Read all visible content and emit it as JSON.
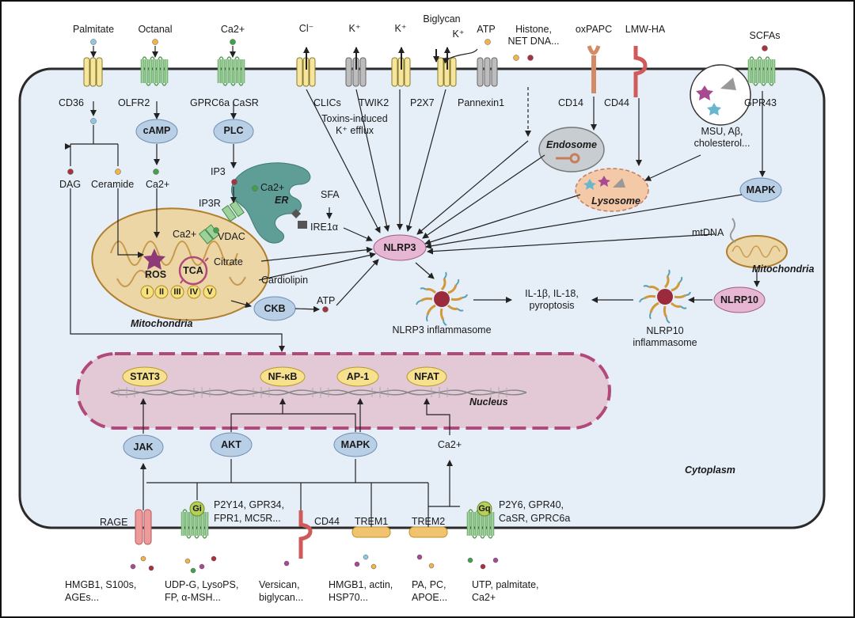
{
  "top": {
    "palmitate": "Palmitate",
    "octanal": "Octanal",
    "ca_top": "Ca2+",
    "cl": "Cl⁻",
    "k1": "K⁺",
    "k2": "K⁺",
    "biglycan": "Biglycan",
    "k3": "K⁺",
    "atp": "ATP",
    "histone": "Histone,",
    "net_dna": "NET DNA...",
    "oxpapc": "oxPAPC",
    "lmwha": "LMW-HA",
    "scfas": "SCFAs"
  },
  "receptors": {
    "cd36": "CD36",
    "olfr2": "OLFR2",
    "gprc6a_casr": "GPRC6a CaSR",
    "clics": "CLICs",
    "twik2": "TWIK2",
    "p2x7": "P2X7",
    "pannexin1": "Pannexin1",
    "cd14": "CD14",
    "cd44_top": "CD44",
    "gpr43": "GPR43"
  },
  "cyto": {
    "toxins1": "Toxins-induced",
    "toxins2": "K⁺ efflux",
    "camp": "cAMP",
    "plc": "PLC",
    "ip3": "IP3",
    "ip3r": "IP3R",
    "ca_er": "Ca2+",
    "er": "ER",
    "sfa": "SFA",
    "ire1a": "IRE1α",
    "dag": "DAG",
    "ceramide": "Ceramide",
    "ca_mid": "Ca2+",
    "ca_mito": "Ca2+",
    "vdac": "VDAC",
    "ros": "ROS",
    "tca": "TCA",
    "citrate": "Citrate",
    "cardiolipin": "Cardiolipin",
    "complexes": [
      "I",
      "II",
      "III",
      "IV",
      "V"
    ],
    "mito_label": "Mitochondria",
    "ckb": "CKB",
    "atp_mid": "ATP",
    "endosome": "Endosome",
    "lysosome": "Lysosome",
    "msu1": "MSU, Aβ,",
    "msu2": "cholesterol...",
    "mapk_r": "MAPK",
    "nlrp3": "NLRP3",
    "mtdna": "mtDNA",
    "mito_r": "Mitochondria",
    "nlrp10": "NLRP10",
    "il1": "IL-1β, IL-18,",
    "il2": "pyroptosis",
    "nlrp3_infl": "NLRP3 inflammasome",
    "nlrp10_infl1": "NLRP10",
    "nlrp10_infl2": "inflammasome",
    "cytoplasm": "Cytoplasm"
  },
  "nucleus": {
    "label": "Nucleus",
    "stat3": "STAT3",
    "nfkb": "NF-κB",
    "ap1": "AP-1",
    "nfat": "NFAT"
  },
  "lower": {
    "jak": "JAK",
    "akt": "AKT",
    "mapk": "MAPK",
    "ca_low": "Ca2+",
    "rage": "RAGE",
    "gi": "Gi",
    "gi_r1": "P2Y14, GPR34,",
    "gi_r2": "FPR1, MC5R...",
    "cd44": "CD44",
    "trem1": "TREM1",
    "trem2": "TREM2",
    "gq": "Gq",
    "gq_r1": "P2Y6, GPR40,",
    "gq_r2": "CaSR, GPRC6a"
  },
  "ligands": {
    "l1a": "HMGB1, S100s,",
    "l1b": "AGEs...",
    "l2a": "UDP-G, LysoPS,",
    "l2b": "FP, α-MSH...",
    "l3a": "Versican,",
    "l3b": "biglycan...",
    "l4a": "HMGB1, actin,",
    "l4b": "HSP70...",
    "l5a": "PA, PC,",
    "l5b": "APOE...",
    "l6a": "UTP, palmitate,",
    "l6b": "Ca2+"
  },
  "colors": {
    "cell_fill": "#e6eef8",
    "membrane": "#2a2a2a",
    "node_blue": "#b9cfe6",
    "nucleus_fill": "#e3c9d6",
    "nucleus_border": "#b1497a",
    "tf_yellow": "#f7e08e",
    "nlrp_pink": "#e7b6d2",
    "mito_fill": "#ecd6a6",
    "er_teal": "#5f9e96",
    "green_channel": "#9dd19b",
    "yellow_channel": "#f6e59c"
  }
}
